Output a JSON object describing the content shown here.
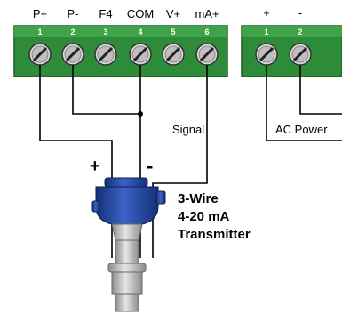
{
  "terminal_block_1": {
    "labels": [
      "P+",
      "P-",
      "F4",
      "COM",
      "V+",
      "mA+"
    ],
    "numbers": [
      "1",
      "2",
      "3",
      "4",
      "5",
      "6"
    ]
  },
  "terminal_block_2": {
    "labels": [
      "+",
      "-"
    ],
    "numbers": [
      "1",
      "2"
    ]
  },
  "annotations": {
    "signal": "Signal",
    "ac_power": "AC Power",
    "plus": "+",
    "minus": "-"
  },
  "transmitter": {
    "line1": "3-Wire",
    "line2": "4-20 mA",
    "line3": "Transmitter"
  },
  "colors": {
    "terminal_green": "#2e8b3a",
    "transmitter_blue": "#1f3f8f",
    "probe_gray": "#b5b5b5"
  }
}
